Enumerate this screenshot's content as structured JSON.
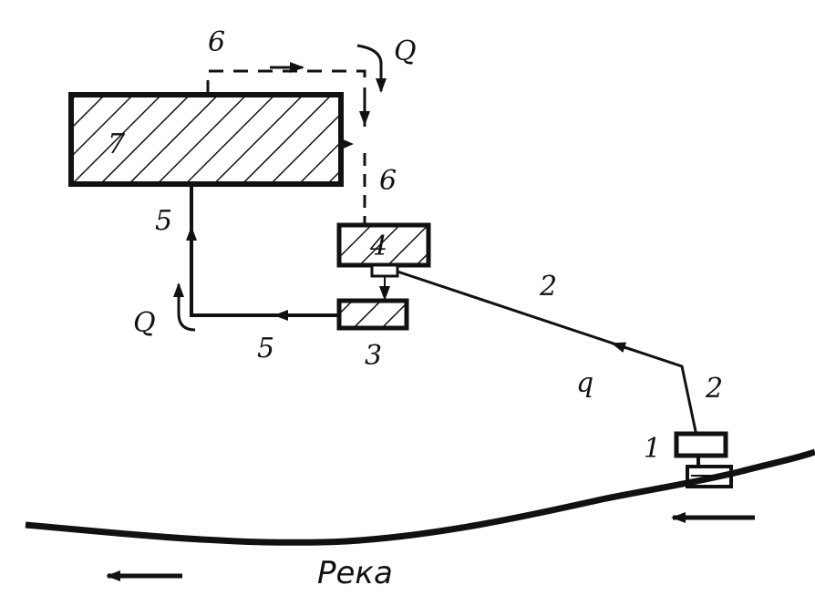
{
  "blocks": {
    "b7": "7",
    "b4": "4",
    "b3": "3",
    "b1": "1"
  },
  "lines": {
    "l6_top": "6",
    "l6_right": "6",
    "l5_left": "5",
    "l5_bottom": "5",
    "l2_upper": "2",
    "l2_lower": "2"
  },
  "flows": {
    "q_in": "Q",
    "q_out": "Q",
    "q_small": "q"
  },
  "river": {
    "label": "Река"
  },
  "colors": {
    "ink": "#111111",
    "background": "#ffffff"
  }
}
